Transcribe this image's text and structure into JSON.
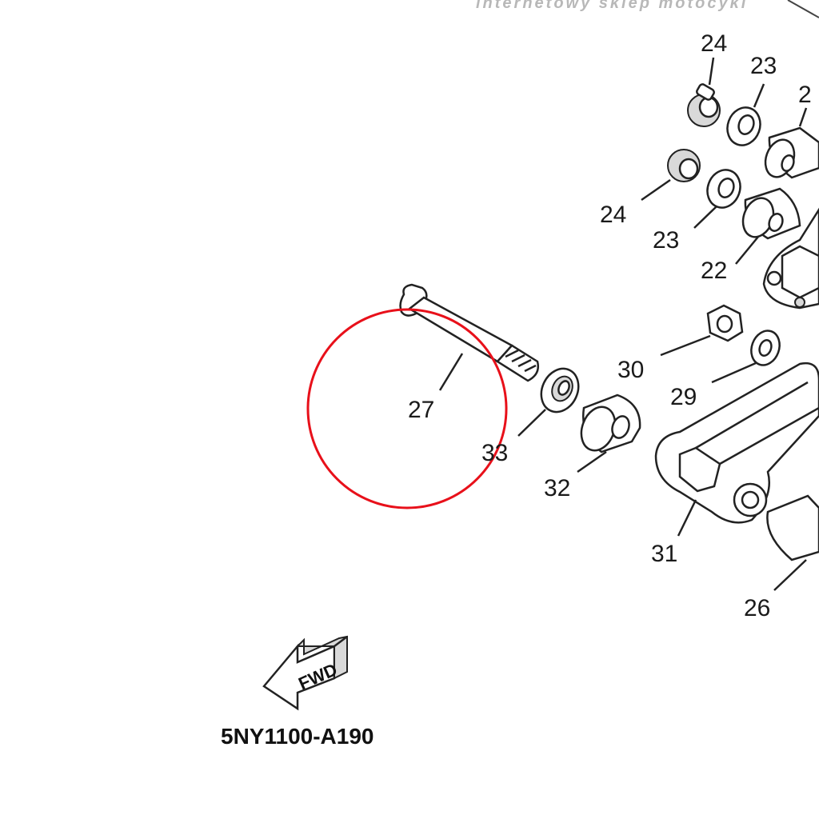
{
  "watermark": "internetowy sklep motocykl",
  "diagram_code": "5NY1100-A190",
  "fwd_label": "FWD",
  "highlight_color": "#e8101a",
  "labels": {
    "p24a": "24",
    "p23a": "23",
    "p2x": "2",
    "p24b": "24",
    "p23b": "23",
    "p22": "22",
    "p30": "30",
    "p29": "29",
    "p27": "27",
    "p33": "33",
    "p32": "32",
    "p31": "31",
    "p26": "26"
  }
}
